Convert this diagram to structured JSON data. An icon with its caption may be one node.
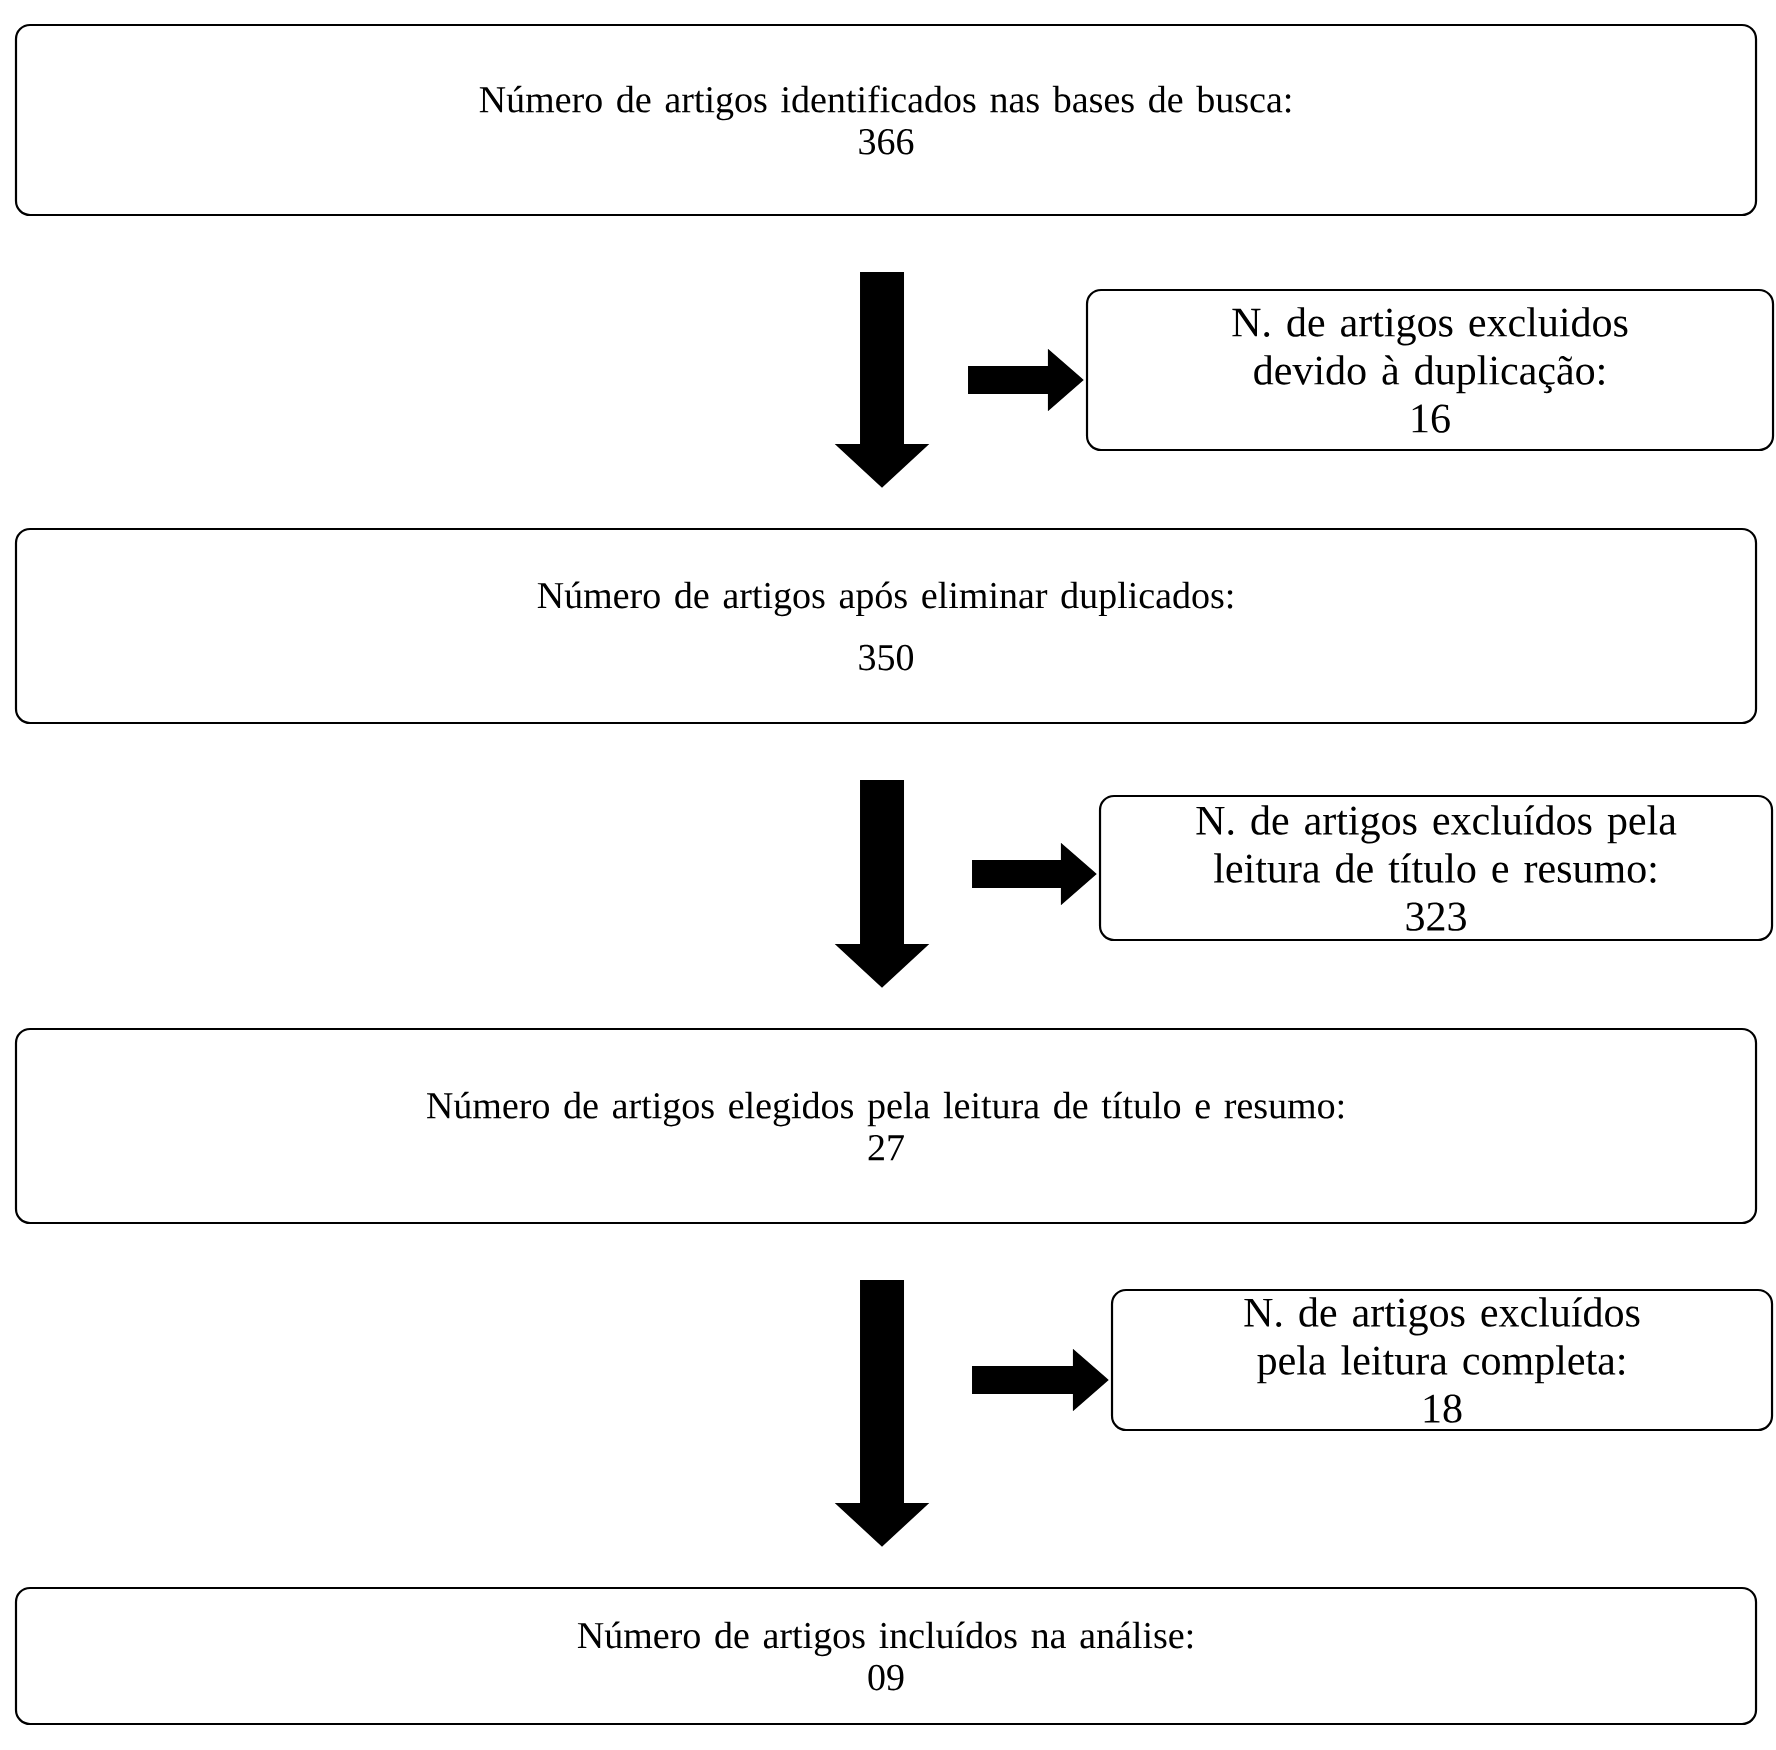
{
  "diagram": {
    "nodes": [
      {
        "text": [
          "Número de artigos identificados nas bases de busca:",
          "366"
        ]
      },
      {
        "text": [
          "N. de artigos excluidos devido à duplicação:",
          "16"
        ]
      },
      {
        "text": [
          "Número de artigos após eliminar duplicados:",
          "350"
        ]
      },
      {
        "text": [
          "N. de artigos excluídos pela leitura de título e resumo:",
          "323"
        ]
      },
      {
        "text": [
          "Número de artigos elegidos pela leitura de título e resumo:",
          "27"
        ]
      },
      {
        "text": [
          "N. de artigos excluídos pela leitura completa:",
          "18"
        ]
      },
      {
        "text": [
          "Número de artigos incluídos na análise:",
          "09"
        ]
      }
    ],
    "edges": [
      {
        "from": 0,
        "to": 2,
        "arrow": "to"
      },
      {
        "from": null,
        "to": 1,
        "arrow": "to"
      },
      {
        "from": 2,
        "to": 4,
        "arrow": "to"
      },
      {
        "from": null,
        "to": 3,
        "arrow": "to"
      },
      {
        "from": 4,
        "to": 6,
        "arrow": "to"
      },
      {
        "from": null,
        "to": 5,
        "arrow": "to"
      }
    ]
  }
}
